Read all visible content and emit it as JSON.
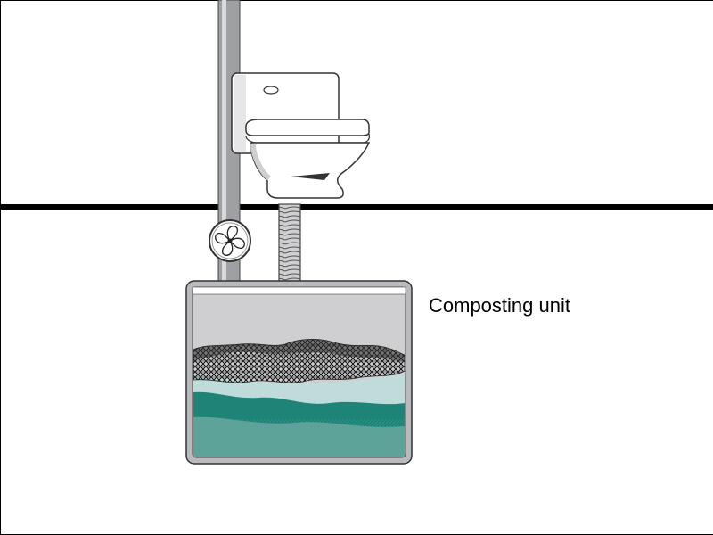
{
  "diagram": {
    "label": "Composting unit",
    "components": [
      "floor",
      "vent-pipe",
      "toilet",
      "fan",
      "flexible-chute",
      "composting-tank",
      "compost-layers"
    ],
    "colors": {
      "line": "#000000",
      "pipe": "#9ea0a3",
      "toilet_fill": "#ffffff",
      "tank_frame": "#b9babd",
      "tank_air": "#cfcfd1",
      "mulch_top": "#2f2f2f",
      "light_water": "#bfdcda",
      "dark_teal": "#1e8478",
      "mid_teal": "#5fa49a"
    }
  }
}
